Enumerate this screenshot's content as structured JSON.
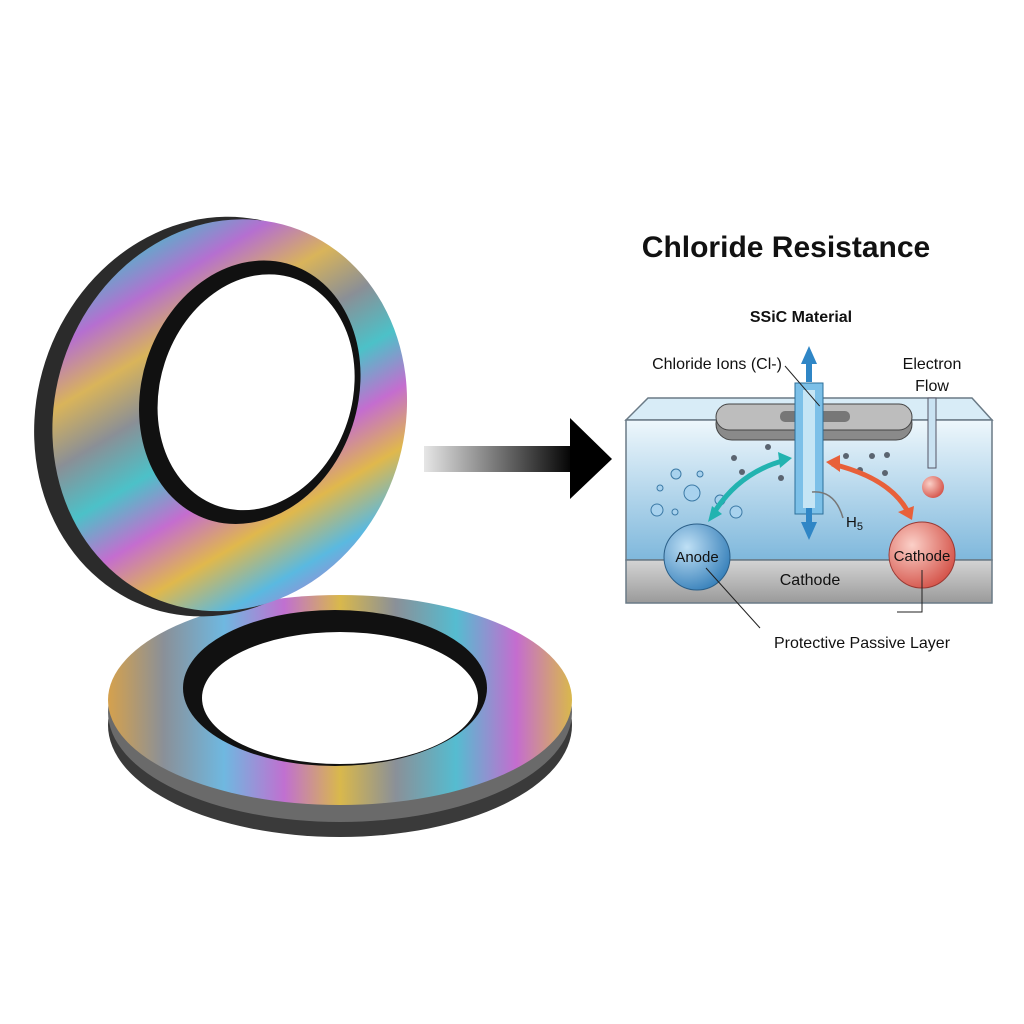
{
  "title": "Chloride Resistance",
  "diagram": {
    "material_label": "SSiC Material",
    "chloride_label": "Chloride Ions (Cl-)",
    "electron_label_line1": "Electron",
    "electron_label_line2": "Flow",
    "h_label": "H",
    "h_subscript": "5",
    "anode_label": "Anode",
    "cathode_sphere_label": "Cathode",
    "cathode_layer_label": "Cathode",
    "passive_layer_label": "Protective Passive Layer"
  },
  "colors": {
    "water_top": "#e3f1fa",
    "water_bottom": "#7fb8dc",
    "anode": "#4a92c8",
    "cathode": "#e0645a",
    "teal_arrow": "#22b3b0",
    "orange_arrow": "#e8603a",
    "pipe": "#5aa6d6"
  }
}
